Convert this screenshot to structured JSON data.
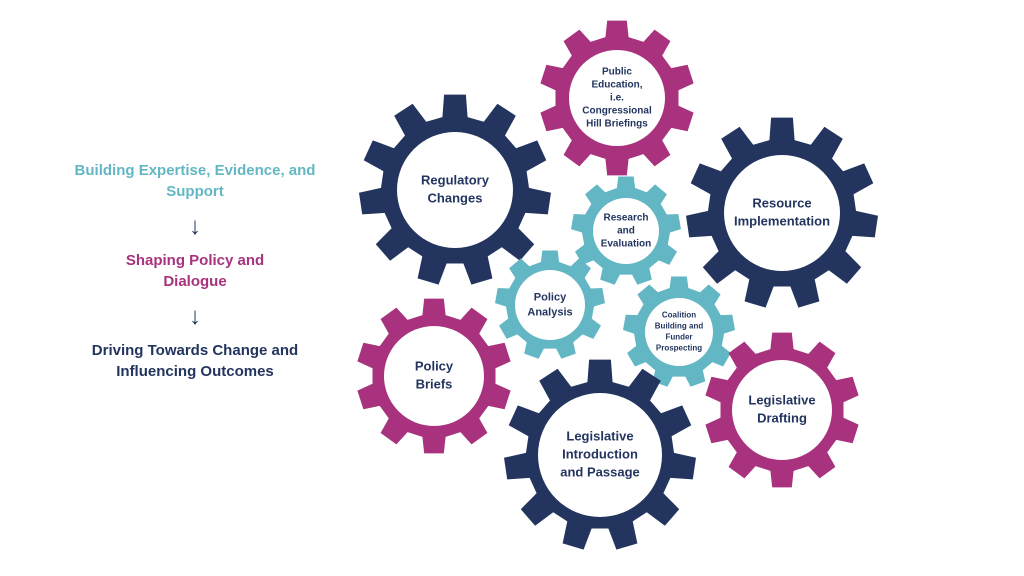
{
  "colors": {
    "navy": "#23355f",
    "magenta": "#a8327d",
    "teal": "#63b7c4",
    "white": "#ffffff"
  },
  "legend": {
    "stage1": "Building Expertise, Evidence, and Support",
    "stage2": "Shaping Policy and Dialogue",
    "stage3": "Driving Towards Change and Influencing Outcomes",
    "arrow": "↓"
  },
  "gears": {
    "public_education": {
      "lines": [
        "Public",
        "Education,",
        "i.e.",
        "Congressional",
        "Hill Briefings"
      ],
      "color": "magenta"
    },
    "regulatory_changes": {
      "lines": [
        "Regulatory",
        "Changes"
      ],
      "color": "navy"
    },
    "resource_implementation": {
      "lines": [
        "Resource",
        "Implementation"
      ],
      "color": "navy"
    },
    "research_evaluation": {
      "lines": [
        "Research",
        "and",
        "Evaluation"
      ],
      "color": "teal"
    },
    "policy_analysis": {
      "lines": [
        "Policy",
        "Analysis"
      ],
      "color": "teal"
    },
    "coalition_building": {
      "lines": [
        "Coalition",
        "Building and",
        "Funder",
        "Prospecting"
      ],
      "color": "teal"
    },
    "policy_briefs": {
      "lines": [
        "Policy",
        "Briefs"
      ],
      "color": "magenta"
    },
    "legislative_drafting": {
      "lines": [
        "Legislative",
        "Drafting"
      ],
      "color": "magenta"
    },
    "legislative_introduction": {
      "lines": [
        "Legislative",
        "Introduction",
        "and Passage"
      ],
      "color": "navy"
    }
  }
}
